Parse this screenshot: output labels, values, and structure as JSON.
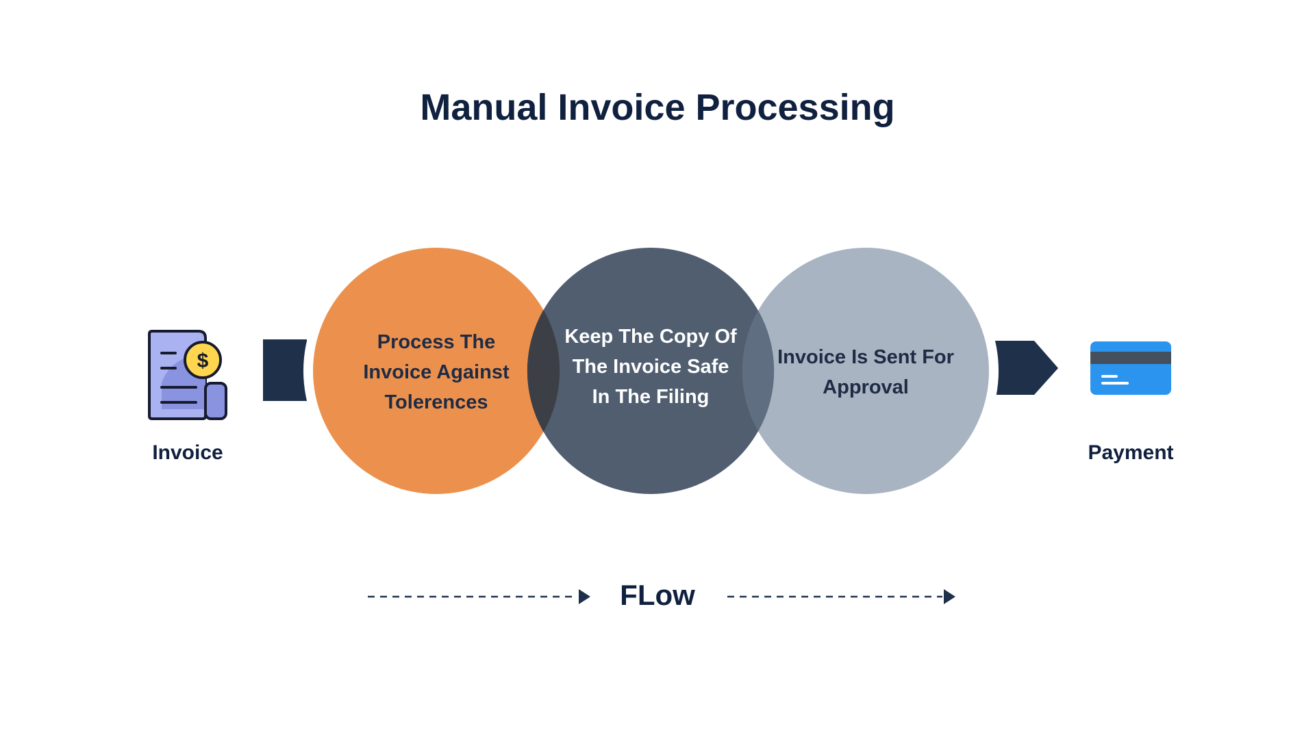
{
  "title": "Manual Invoice Processing",
  "start": {
    "label": "Invoice",
    "icon": "invoice-dollar-icon"
  },
  "end": {
    "label": "Payment",
    "icon": "credit-card-icon"
  },
  "steps": [
    {
      "text": "Process The\nInvoice Against\nTolerences",
      "color": "#ec914d",
      "text_color": "#1e2b45"
    },
    {
      "text": "Keep The Copy Of\nThe Invoice Safe\nIn The Filing",
      "color": "#4a596b",
      "text_color": "#ffffff"
    },
    {
      "text": "Invoice Is Sent For\nApproval",
      "color": "#9aa8b8",
      "text_color": "#1e2b45"
    }
  ],
  "flow_label": "FLow",
  "colors": {
    "navy": "#1e304a",
    "heading": "#10203f",
    "card_blue": "#2b94ee"
  }
}
